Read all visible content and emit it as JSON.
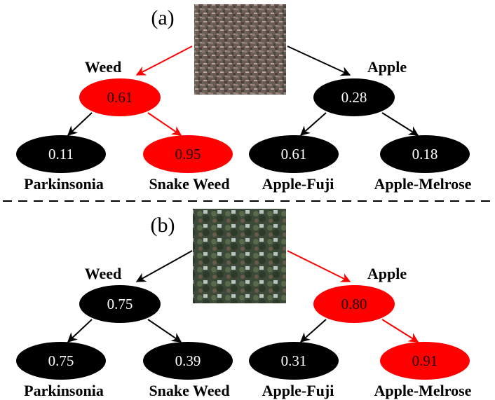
{
  "colors": {
    "highlight": "#ff0000",
    "normal": "#000000",
    "text_on_highlight": "#1a0000",
    "text_on_normal": "#ffffff"
  },
  "panels": [
    {
      "label": "(a)",
      "image": "weed-patch-photo",
      "root_highlight": "left",
      "weed": {
        "label": "Weed",
        "value": "0.61",
        "highlight": true
      },
      "apple": {
        "label": "Apple",
        "value": "0.28",
        "highlight": false
      },
      "leaves": [
        {
          "label": "Parkinsonia",
          "value": "0.11",
          "highlight": false
        },
        {
          "label": "Snake Weed",
          "value": "0.95",
          "highlight": true
        },
        {
          "label": "Apple-Fuji",
          "value": "0.61",
          "highlight": false
        },
        {
          "label": "Apple-Melrose",
          "value": "0.18",
          "highlight": false
        }
      ]
    },
    {
      "label": "(b)",
      "image": "apple-tree-photo",
      "root_highlight": "right",
      "weed": {
        "label": "Weed",
        "value": "0.75",
        "highlight": false
      },
      "apple": {
        "label": "Apple",
        "value": "0.80",
        "highlight": true
      },
      "leaves": [
        {
          "label": "Parkinsonia",
          "value": "0.75",
          "highlight": false
        },
        {
          "label": "Snake Weed",
          "value": "0.39",
          "highlight": false
        },
        {
          "label": "Apple-Fuji",
          "value": "0.31",
          "highlight": false
        },
        {
          "label": "Apple-Melrose",
          "value": "0.91",
          "highlight": true
        }
      ]
    }
  ]
}
